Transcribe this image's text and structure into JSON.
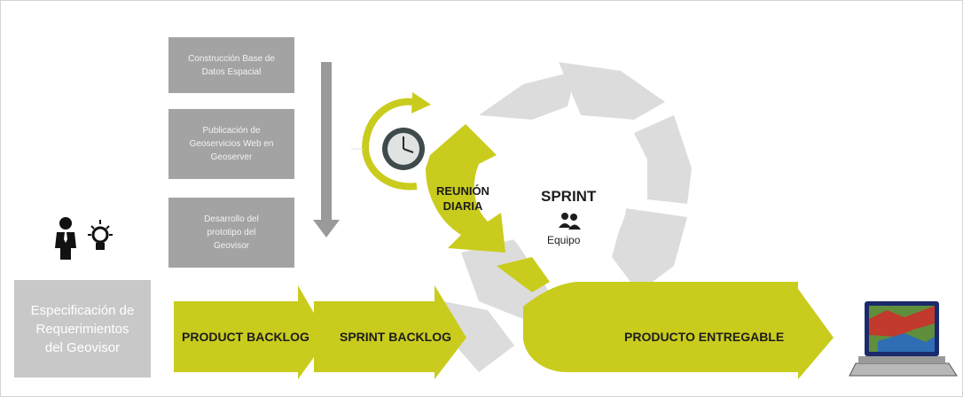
{
  "tasks": [
    {
      "line1": "Construcción Base de",
      "line2": "Datos Espacial",
      "line3": ""
    },
    {
      "line1": "Publicación de",
      "line2": "Geoservicios Web en",
      "line3": "Geoserver"
    },
    {
      "line1": "Desarrollo del",
      "line2": "prototipo del",
      "line3": "Geovisor"
    }
  ],
  "spec": {
    "line1": "Especificación de",
    "line2": "Requerimientos",
    "line3": "del Geovisor"
  },
  "arrows": {
    "product_backlog": "PRODUCT BACKLOG",
    "sprint_backlog": "SPRINT BACKLOG",
    "producto_entregable": "PRODUCTO ENTREGABLE"
  },
  "cycle": {
    "reunion_line1": "REUNIÓN",
    "reunion_line2": "DIARIA",
    "sprint": "SPRINT",
    "equipo": "Equipo"
  },
  "colors": {
    "accent": "#c9cc1d",
    "gray_box": "#a3a3a3",
    "cycle_gray": "#dcdcdc"
  }
}
